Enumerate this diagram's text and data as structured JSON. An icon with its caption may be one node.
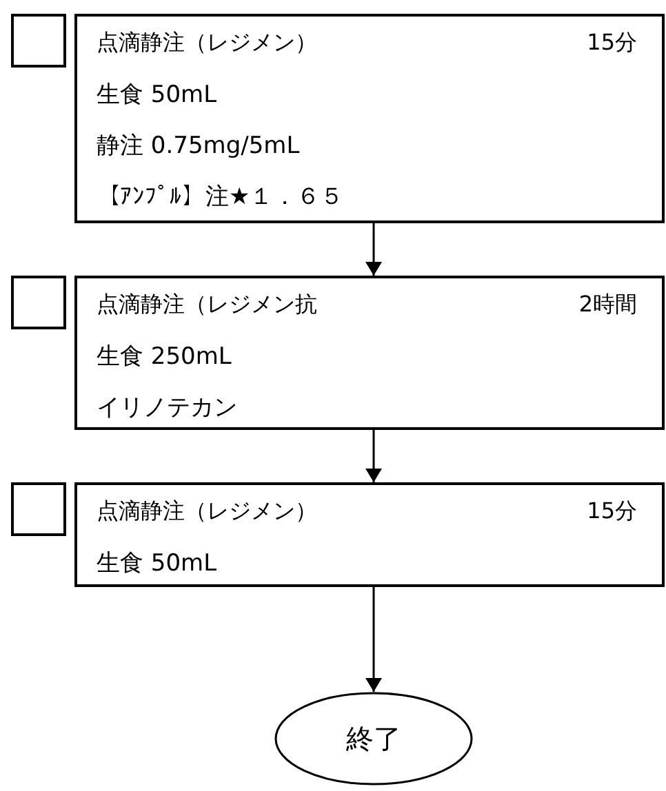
{
  "diagram": {
    "nodes": [
      {
        "text": [],
        "shape": "box"
      },
      {
        "text": [
          "点滴静注（レジメン）",
          "15分",
          "生食 50mL",
          "静注 0.75mg/5mL",
          "【ｱﾝﾌﾟﾙ】注★１．６５"
        ]
      },
      {
        "text": [],
        "shape": "box"
      },
      {
        "text": [
          "点滴静注（レジメン抗",
          "2時間",
          "生食 250mL",
          "イリノテカン"
        ]
      },
      {
        "text": [],
        "shape": "box"
      },
      {
        "text": [
          "点滴静注（レジメン）",
          "15分",
          "生食 50mL"
        ]
      },
      {
        "text": [
          "終了"
        ]
      }
    ],
    "edges": [
      {
        "from": 1,
        "to": 3,
        "arrow": "to"
      },
      {
        "from": 3,
        "to": 5,
        "arrow": "to"
      },
      {
        "from": 5,
        "to": 6,
        "arrow": "to"
      }
    ]
  }
}
